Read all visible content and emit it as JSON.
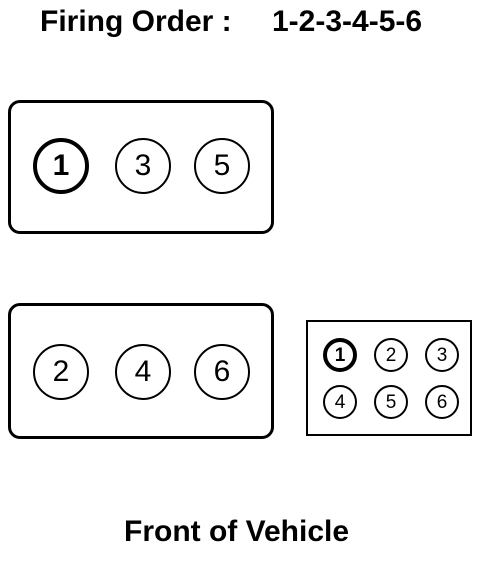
{
  "header": {
    "label": "Firing Order :",
    "order": "1-2-3-4-5-6"
  },
  "banks": [
    {
      "cylinders": [
        "1",
        "3",
        "5"
      ]
    },
    {
      "cylinders": [
        "2",
        "4",
        "6"
      ]
    }
  ],
  "coil_pack": {
    "rows": [
      [
        "1",
        "2",
        "3"
      ],
      [
        "4",
        "5",
        "6"
      ]
    ]
  },
  "footer": {
    "label": "Front of Vehicle"
  },
  "colors": {
    "line": "#000000",
    "background": "#ffffff"
  }
}
